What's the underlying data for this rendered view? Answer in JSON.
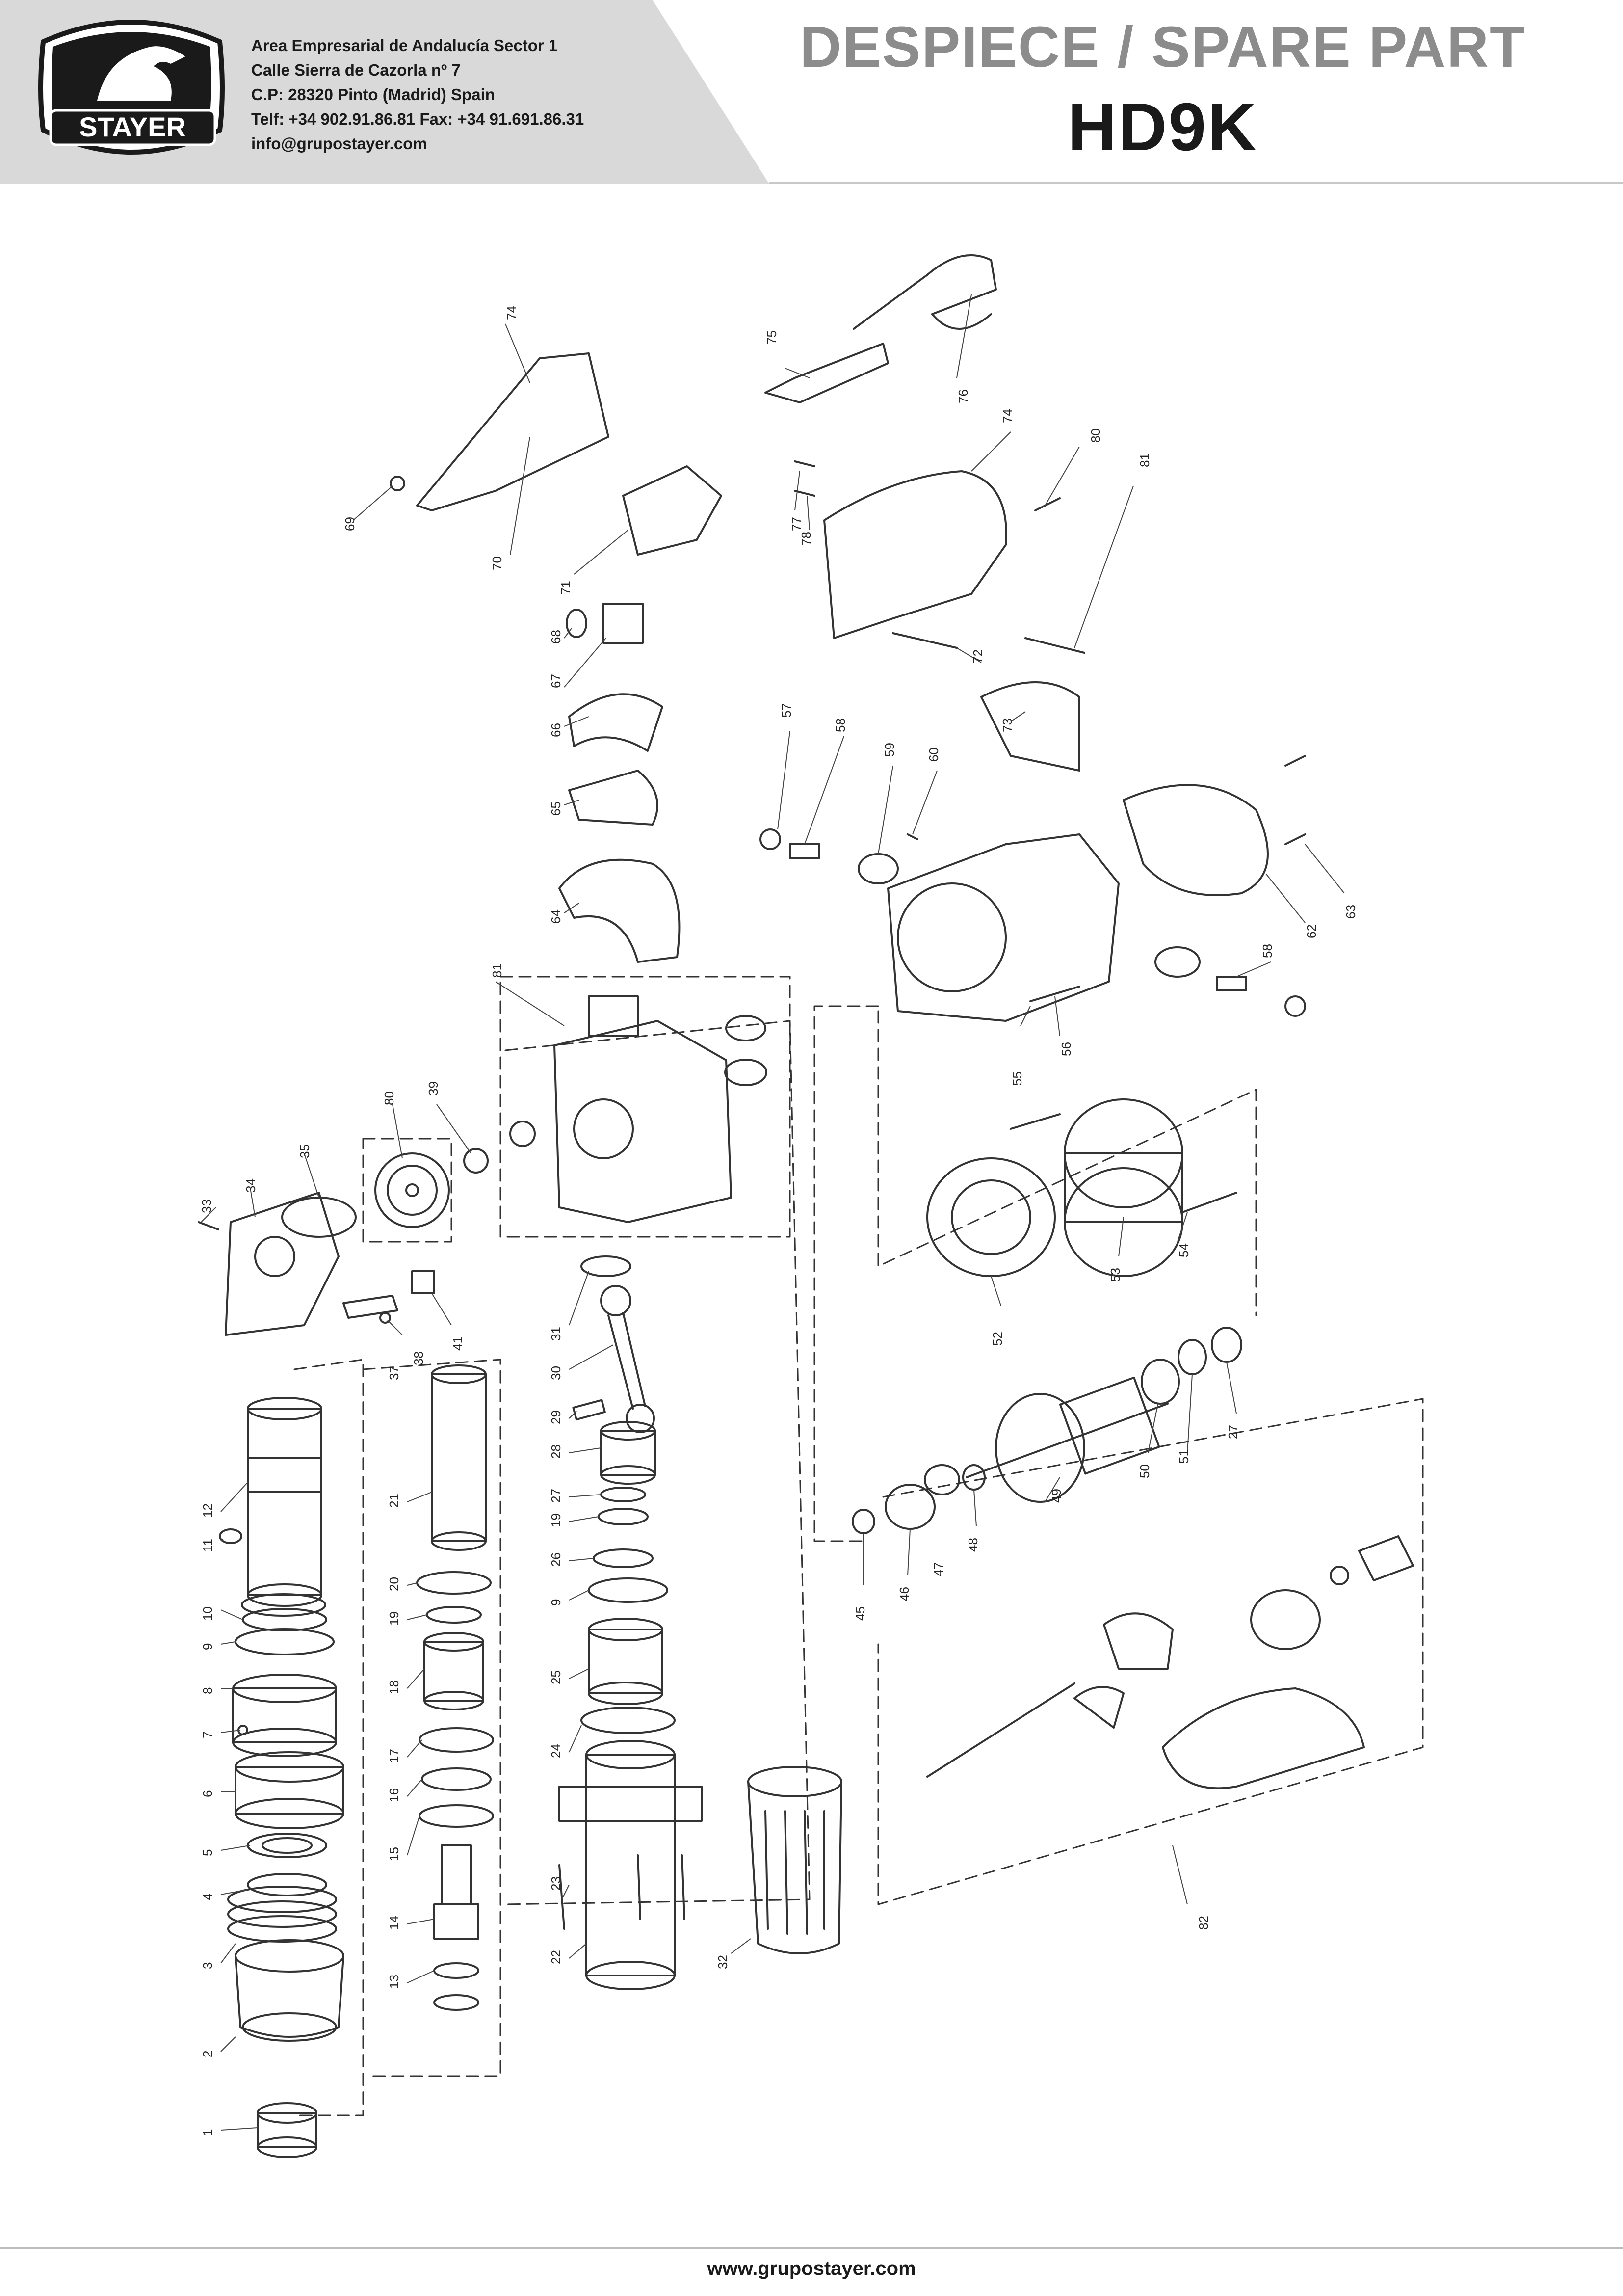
{
  "brand": {
    "logo_text": "STAYER"
  },
  "company": {
    "line1": "Area Empresarial de Andalucía Sector 1",
    "line2": "Calle Sierra de Cazorla nº 7",
    "line3": "C.P: 28320 Pinto (Madrid) Spain",
    "line4": "Telf: +34 902.91.86.81 Fax: +34 91.691.86.31",
    "line5": "info@grupostayer.com"
  },
  "title": "DESPIECE / SPARE PART",
  "model": "HD9K",
  "footer": {
    "website": "www.grupostayer.com"
  },
  "colors": {
    "header_band": "#d9d9d9",
    "title_gray": "#8c8c8c",
    "ink": "#1a1a1a"
  },
  "callouts": [
    "1",
    "2",
    "3",
    "4",
    "5",
    "6",
    "7",
    "8",
    "9",
    "10",
    "11",
    "12",
    "13",
    "14",
    "15",
    "16",
    "17",
    "18",
    "19",
    "20",
    "21",
    "22",
    "23",
    "24",
    "25",
    "26",
    "9",
    "19",
    "27",
    "28",
    "29",
    "30",
    "31",
    "32",
    "33",
    "34",
    "35",
    "37",
    "38",
    "39",
    "41",
    "45",
    "46",
    "47",
    "48",
    "49",
    "50",
    "51",
    "27",
    "52",
    "53",
    "54",
    "55",
    "56",
    "57",
    "58",
    "59",
    "60",
    "58",
    "62",
    "63",
    "64",
    "65",
    "66",
    "67",
    "68",
    "69",
    "70",
    "71",
    "72",
    "73",
    "74",
    "74",
    "75",
    "76",
    "77",
    "78",
    "80",
    "81",
    "80",
    "81",
    "82"
  ]
}
